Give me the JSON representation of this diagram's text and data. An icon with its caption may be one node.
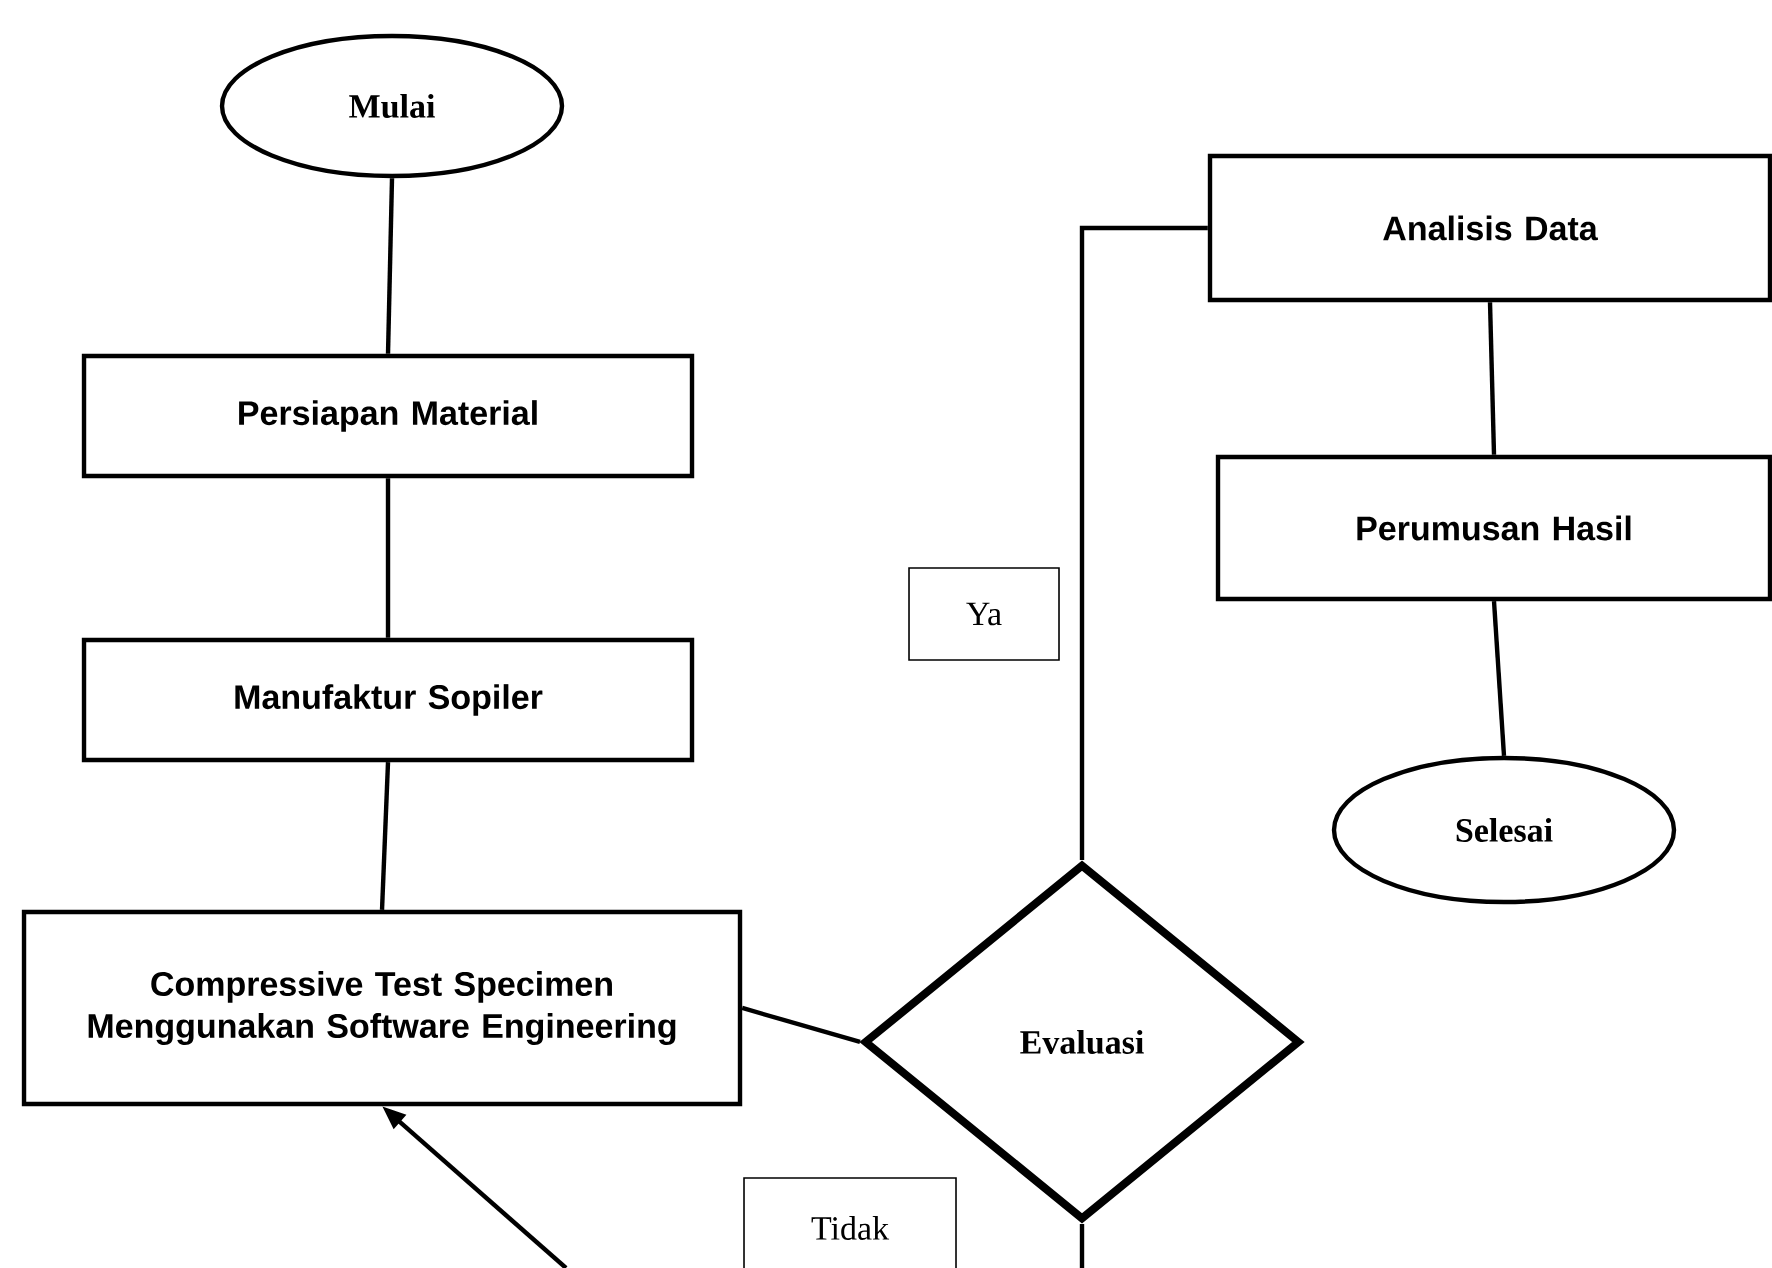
{
  "diagram": {
    "nodes": [
      {
        "text": [
          "Mulai"
        ]
      },
      {
        "text": [
          "Persiapan Material"
        ]
      },
      {
        "text": [
          "Manufaktur Sopiler"
        ]
      },
      {
        "text": [
          "Compressive Test Specimen Menggunakan Software Engineering"
        ]
      },
      {
        "text": [
          "Evaluasi"
        ]
      },
      {
        "text": [
          "Analisis Data"
        ]
      },
      {
        "text": [
          "Perumusan Hasil"
        ]
      },
      {
        "text": [
          "Selesai"
        ]
      },
      {
        "text": [
          "Ya"
        ]
      },
      {
        "text": [
          "Tidak"
        ]
      }
    ],
    "edges": [
      {
        "from": 0,
        "to": 1,
        "arrow": "none"
      },
      {
        "from": 1,
        "to": 2,
        "arrow": "none"
      },
      {
        "from": 2,
        "to": 3,
        "arrow": "none"
      },
      {
        "from": 3,
        "to": 4,
        "arrow": "none"
      },
      {
        "from": 4,
        "to": 5,
        "arrow": "none"
      },
      {
        "from": 5,
        "to": 6,
        "arrow": "none"
      },
      {
        "from": 6,
        "to": 7,
        "arrow": "none"
      },
      {
        "from": null,
        "to": 3,
        "arrow": "to"
      },
      {
        "from": 4,
        "to": null,
        "arrow": "none"
      }
    ]
  }
}
